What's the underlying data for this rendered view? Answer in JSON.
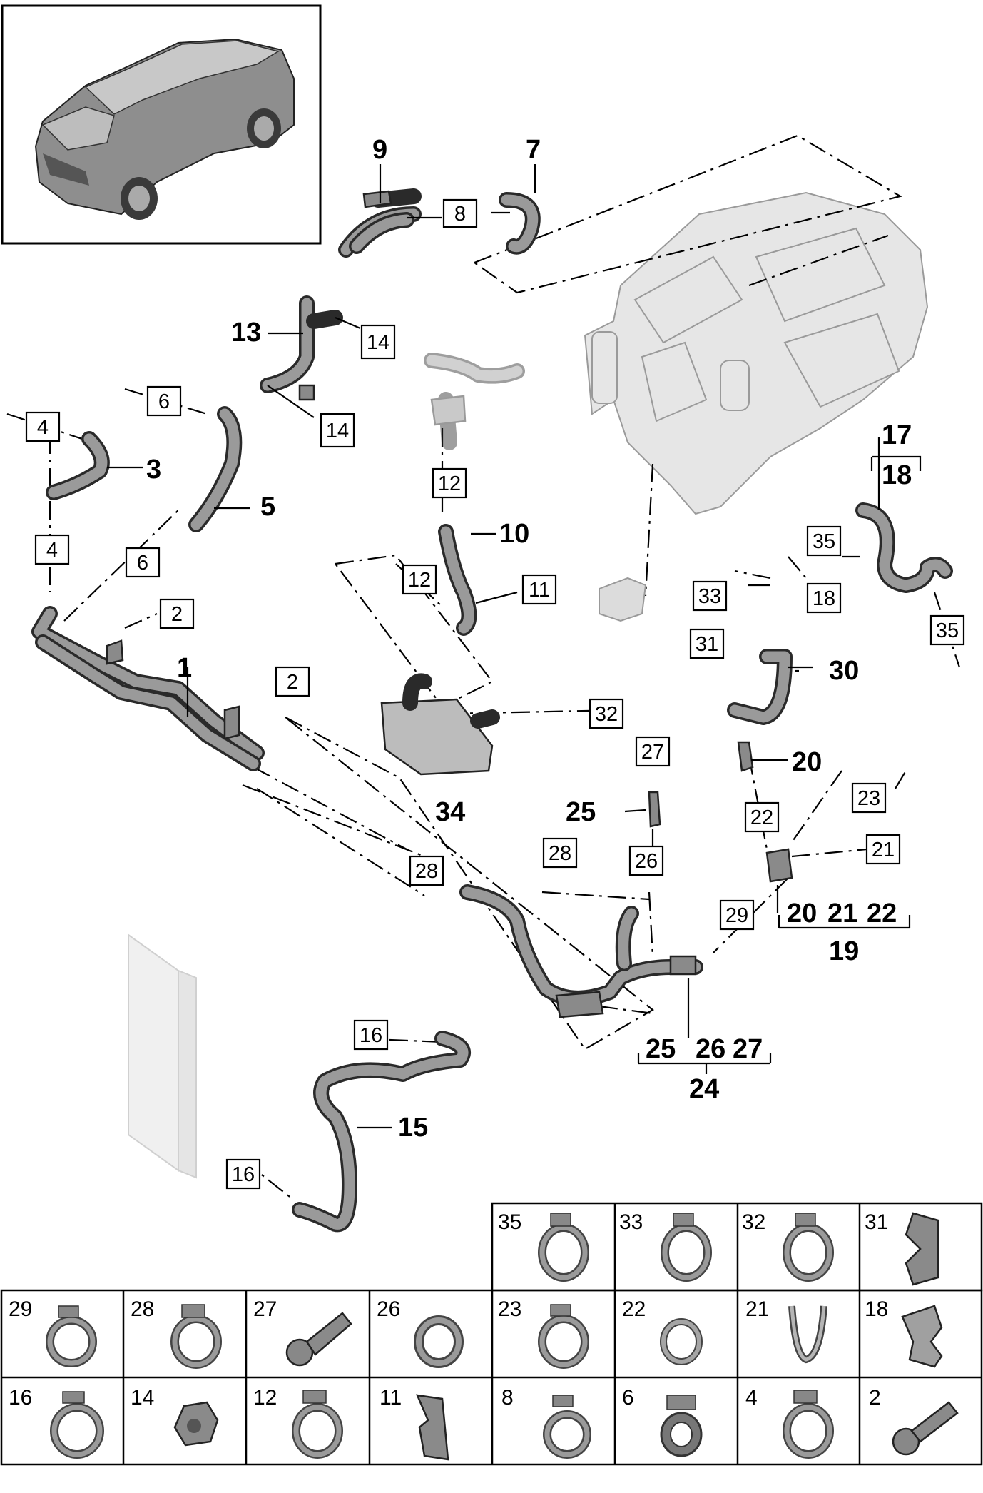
{
  "callouts": [
    "1",
    "3",
    "5",
    "7",
    "9",
    "10",
    "13",
    "15",
    "17",
    "18",
    "20",
    "30",
    "34",
    "25",
    "19",
    "24"
  ],
  "group_labels": {
    "g19": [
      "20",
      "21",
      "22"
    ],
    "g24": [
      "25",
      "26",
      "27"
    ]
  },
  "boxed_refs": {
    "b8": "8",
    "b14a": "14",
    "b14b": "14",
    "b6a": "6",
    "b6b": "6",
    "b4a": "4",
    "b4b": "4",
    "b12a": "12",
    "b12b": "12",
    "b11": "11",
    "b2a": "2",
    "b2b": "2",
    "b33": "33",
    "b31": "31",
    "b35a": "35",
    "b35b": "35",
    "b18": "18",
    "b32": "32",
    "b27": "27",
    "b26": "26",
    "b22": "22",
    "b23": "23",
    "b21": "21",
    "b28a": "28",
    "b28b": "28",
    "b29": "29",
    "b16a": "16",
    "b16b": "16"
  },
  "parts_table": {
    "row1": [
      "35",
      "33",
      "32",
      "31"
    ],
    "row2": [
      "29",
      "28",
      "27",
      "26",
      "23",
      "22",
      "21",
      "18"
    ],
    "row3": [
      "16",
      "14",
      "12",
      "11",
      "8",
      "6",
      "4",
      "2"
    ]
  }
}
